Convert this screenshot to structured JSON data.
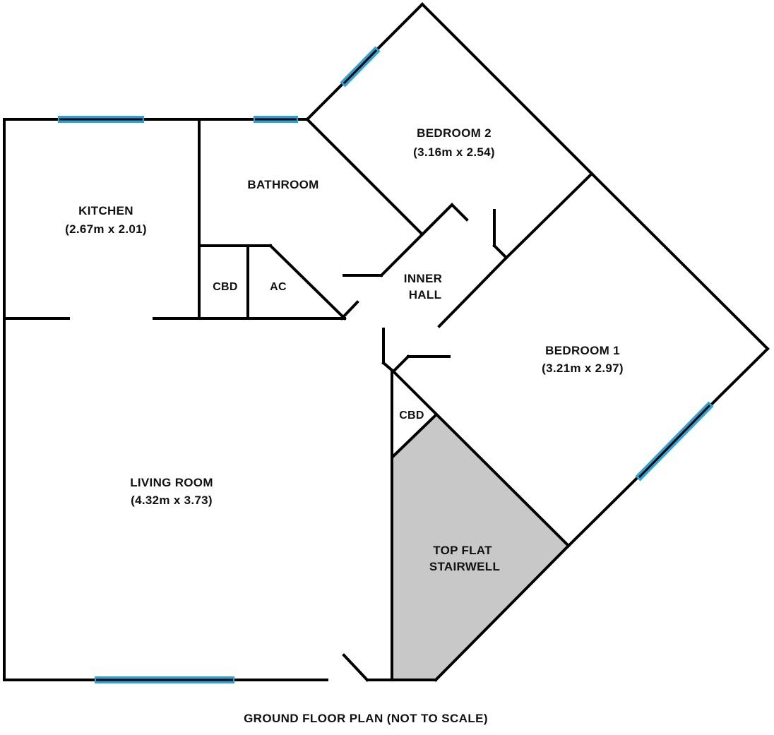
{
  "rooms": {
    "kitchen": {
      "name": "KITCHEN",
      "size": "(2.67m x 2.01)"
    },
    "bathroom": {
      "name": "BATHROOM"
    },
    "cbd_upper": {
      "name": "CBD"
    },
    "ac": {
      "name": "AC"
    },
    "inner_hall": {
      "name_line1": "INNER",
      "name_line2": "HALL"
    },
    "bedroom2": {
      "name": "BEDROOM 2",
      "size": "(3.16m x 2.54)"
    },
    "bedroom1": {
      "name": "BEDROOM 1",
      "size": "(3.21m x 2.97)"
    },
    "cbd_lower": {
      "name": "CBD"
    },
    "living_room": {
      "name": "LIVING ROOM",
      "size": "(4.32m x 3.73)"
    },
    "stairwell": {
      "name_line1": "TOP FLAT",
      "name_line2": "STAIRWELL"
    }
  },
  "caption": "GROUND FLOOR PLAN (NOT TO SCALE)",
  "colors": {
    "wall": "#000000",
    "window": "#2aa3d8",
    "stairwell_fill": "#c8c8c8",
    "background": "#ffffff"
  }
}
